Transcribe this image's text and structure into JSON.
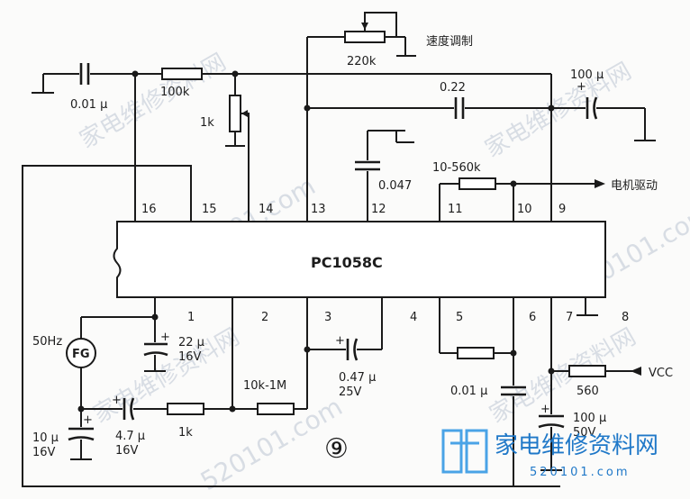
{
  "ic": {
    "name": "PC1058C",
    "top_pins": [
      "16",
      "15",
      "14",
      "13",
      "12",
      "11",
      "10",
      "9"
    ],
    "bottom_pins": [
      "1",
      "2",
      "3",
      "4",
      "5",
      "6",
      "7",
      "8"
    ]
  },
  "labels": {
    "c_input": "0.01 μ",
    "r_input": "100k",
    "pot_1k": "1k",
    "pot_220k": "220k",
    "speed": "速度调制",
    "c_022": "0.22",
    "c_100u_top": "100 μ",
    "c_0047": "0.047",
    "r_fb": "10-560k",
    "motor": "电机驱动",
    "fg": "FG",
    "hz": "50Hz",
    "c22_val": "22 μ",
    "c22_volt": "16V",
    "c10_val": "10 μ",
    "c10_volt": "16V",
    "c47_val": "4.7 μ",
    "c47_volt": "16V",
    "r_1k": "1k",
    "r_10k": "10k-1M",
    "c047_val": "0.47 μ",
    "c047_volt": "25V",
    "c_001b": "0.01 μ",
    "r_560": "560",
    "vcc": "VCC",
    "c100_val": "100 μ",
    "c100_volt": "50V",
    "figure_no": "⑨"
  },
  "watermarks": {
    "site_cn": "家电维修资料网",
    "url": "520101.com",
    "brand": "家电维修资料网",
    "brand_url": "520101.com"
  },
  "colors": {
    "watermark": "#d8dde4",
    "brand": "#1f78c8",
    "ink": "#1a1a1a"
  }
}
